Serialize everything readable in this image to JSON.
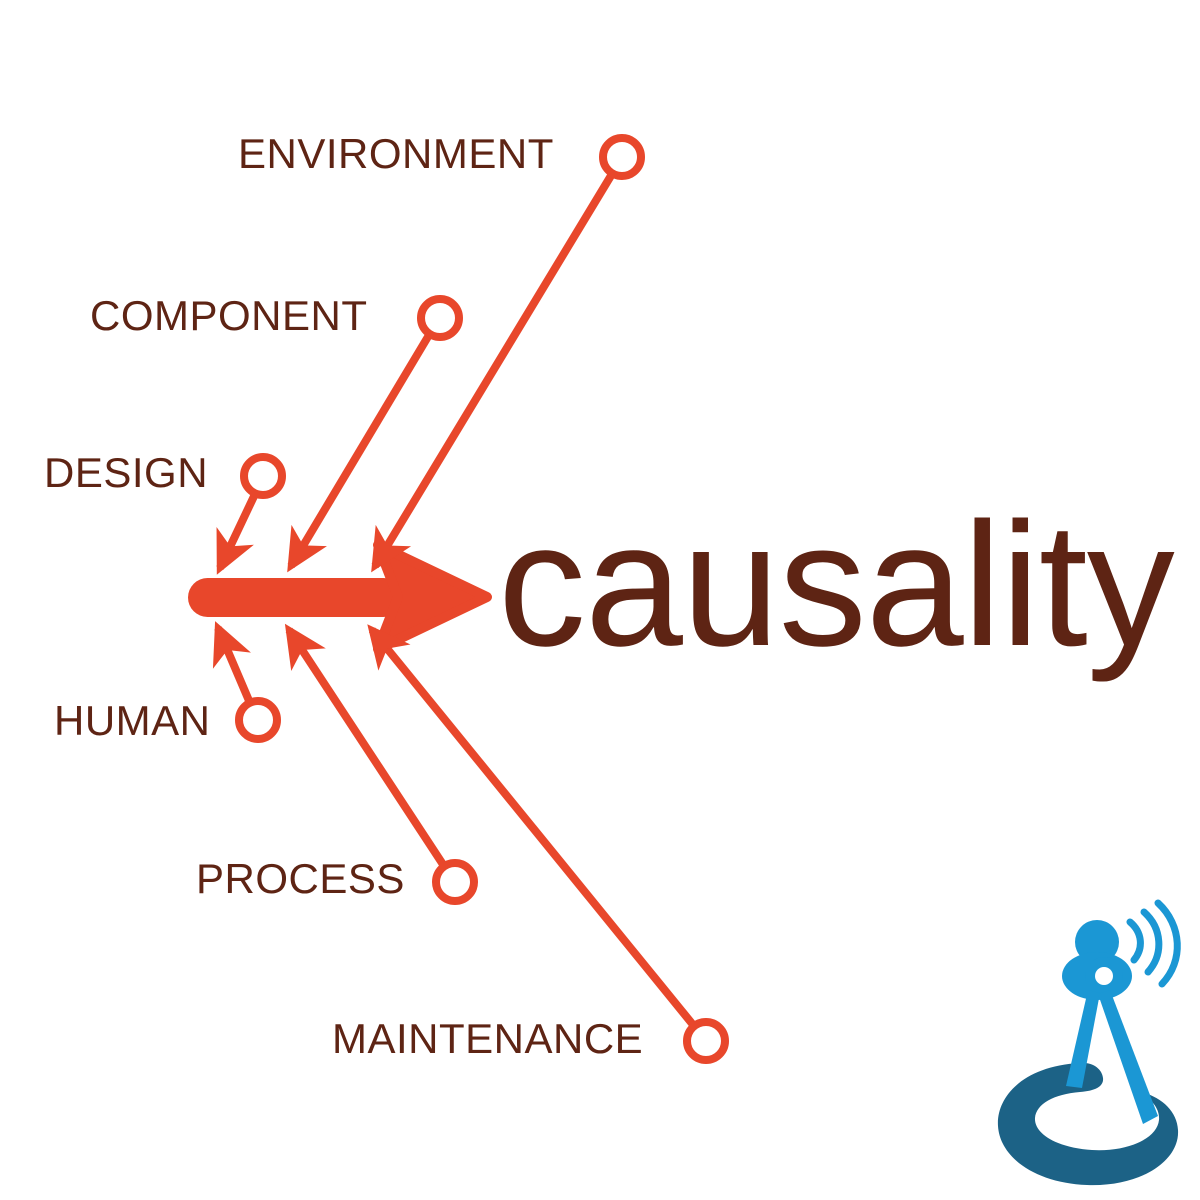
{
  "diagram": {
    "title": "causality",
    "type": "cause-and-effect fishbone diagram",
    "effect_label": "causality",
    "accent_color": "#e8472b",
    "text_color": "#5e2414",
    "background_color": "#ffffff",
    "causes": [
      {
        "id": "environment",
        "label": "ENVIRONMENT"
      },
      {
        "id": "component",
        "label": "COMPONENT"
      },
      {
        "id": "design",
        "label": "DESIGN"
      },
      {
        "id": "human",
        "label": "HUMAN"
      },
      {
        "id": "process",
        "label": "PROCESS"
      },
      {
        "id": "maintenance",
        "label": "MAINTENANCE"
      }
    ]
  },
  "logo": {
    "name": "compass-figure-logo",
    "primary_color": "#1b97d4",
    "secondary_color": "#1c6286"
  }
}
